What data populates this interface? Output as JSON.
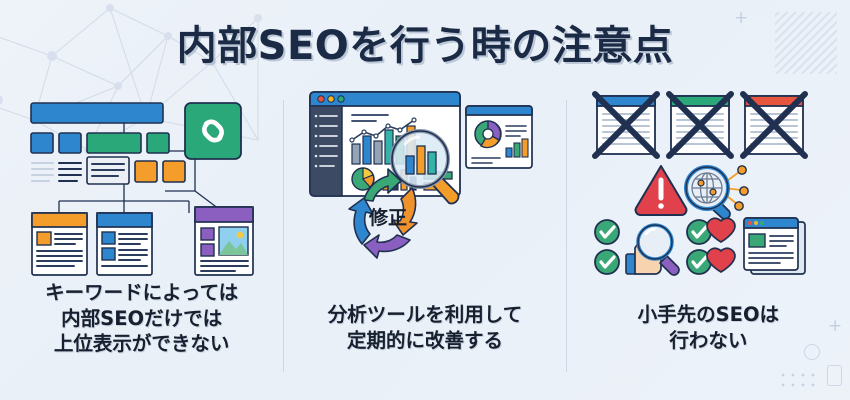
{
  "header": {
    "title": "内部SEOを行う時の注意点"
  },
  "columns": [
    {
      "id": "keyword-column",
      "caption_lines": [
        "キーワードによっては",
        "内部SEOだけでは",
        "上位表示ができない"
      ],
      "illustration": {
        "name": "site-structure-diagram",
        "link_tile_icon": "link-icon",
        "cards": [
          {
            "name": "page-card-orange",
            "header_color": "#f59d2b"
          },
          {
            "name": "page-card-blue",
            "header_color": "#2e86cf"
          },
          {
            "name": "page-card-purple",
            "header_color": "#8a5fbf"
          }
        ],
        "nav_boxes": [
          {
            "color": "#2e86cf"
          },
          {
            "color": "#2e86cf"
          },
          {
            "color": "#2aa87a"
          },
          {
            "color": "#2aa87a"
          }
        ],
        "accent_boxes": [
          {
            "color": "#f59d2b"
          },
          {
            "color": "#f59d2b"
          }
        ],
        "top_bar_color": "#2e86cf",
        "link_tile_color": "#2aa87a"
      }
    },
    {
      "id": "analytics-column",
      "caption_lines": [
        "分析ツールを利用して",
        "定期的に改善する"
      ],
      "illustration": {
        "name": "analytics-dashboard",
        "window_title_color": "#2e86cf",
        "traffic_lights": [
          "#e8553f",
          "#f0b429",
          "#2aa87a"
        ],
        "magnifier_icon": "magnifier-icon",
        "magnifier_handle_color": "#f59d2b",
        "cycle": {
          "name": "improvement-cycle",
          "center_label": "修正",
          "arrows": [
            {
              "position": "top",
              "color": "#3aa876"
            },
            {
              "position": "right",
              "color": "#f0922b"
            },
            {
              "position": "bottom",
              "color": "#8a5fbf"
            },
            {
              "position": "left",
              "color": "#2e86cf"
            }
          ]
        }
      }
    },
    {
      "id": "bad-seo-column",
      "caption_lines": [
        "小手先のSEOは",
        "行わない"
      ],
      "illustration": {
        "name": "blocked-tactics-icons",
        "crossed_cards": [
          {
            "name": "crossed-card-blue",
            "header_color": "#2e86cf",
            "mark": "x-mark-icon"
          },
          {
            "name": "crossed-card-green",
            "header_color": "#2aa87a",
            "mark": "x-mark-icon"
          },
          {
            "name": "crossed-card-red",
            "header_color": "#e8553f",
            "mark": "x-mark-icon"
          }
        ],
        "middle_icons": [
          {
            "name": "warning-triangle-icon",
            "color": "#e0414a"
          },
          {
            "name": "globe-search-icon",
            "color": "#2e86cf"
          }
        ],
        "bottom_icons": [
          {
            "name": "check-circle-icon",
            "color": "#3aa876"
          },
          {
            "name": "check-circle-icon",
            "color": "#3aa876"
          },
          {
            "name": "magnifier-purple-icon",
            "color": "#8a5fbf"
          },
          {
            "name": "thumbs-up-icon",
            "color": "#f3c9a6"
          },
          {
            "name": "check-circle-icon",
            "color": "#3aa876"
          },
          {
            "name": "check-circle-icon",
            "color": "#3aa876"
          },
          {
            "name": "heart-icon",
            "color": "#e0414a"
          },
          {
            "name": "heart-icon",
            "color": "#e0414a"
          },
          {
            "name": "browser-window-icon",
            "color": "#2e86cf"
          }
        ],
        "x_mark_color": "#1f3050"
      }
    }
  ],
  "theme": {
    "background": "#edf2f9",
    "title_color": "#1c2b45",
    "text_color": "#17202e",
    "divider_color": "#ccd7e5",
    "blue": "#2e86cf",
    "green": "#2aa87a",
    "orange": "#f59d2b",
    "purple": "#8a5fbf",
    "red": "#e8553f",
    "navy": "#1f3050"
  }
}
